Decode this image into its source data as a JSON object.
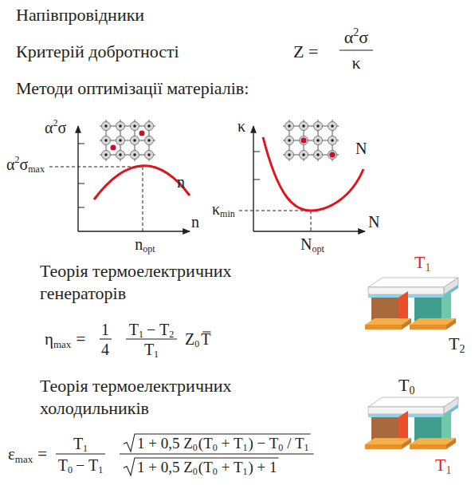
{
  "diagram": {
    "title": "Напівпровідники",
    "labels": [
      "Критерій добротності",
      "Z =",
      "α",
      "2",
      "σ",
      "κ",
      "Методи оптимізації матеріалів:",
      "α",
      "2",
      "σ",
      "α",
      "2",
      "σ",
      "max",
      "n",
      "n",
      "opt",
      "n",
      "κ",
      "N",
      "κ",
      "min",
      "N",
      "opt",
      "N",
      "Теорія термоелектричних генераторів",
      "η",
      "max",
      "=",
      "1",
      "4",
      "T",
      "1",
      "− T",
      "2",
      "T",
      "1",
      "Z",
      "0",
      "T",
      "T",
      "1",
      "T",
      "2",
      "Теорія термоелектричних холодильників",
      "ε",
      "max",
      "=",
      "T",
      "1",
      "T",
      "0",
      "− T",
      "1",
      "1 + 0,5 Z",
      "0",
      "(T",
      "0",
      "+ T",
      "1",
      ") − T",
      "0",
      "/ T",
      "1",
      "1 + 0,5 Z",
      "0",
      "(T",
      "0",
      "+ T",
      "1",
      ") + 1",
      "T",
      "0",
      "T",
      "1"
    ]
  }
}
